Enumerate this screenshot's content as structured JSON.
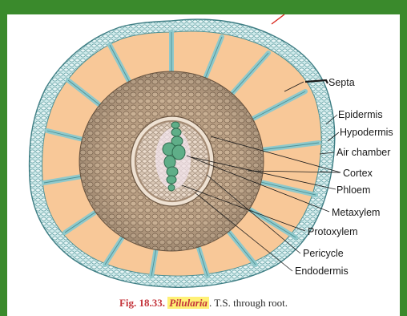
{
  "colors": {
    "frame_green": "#3a8a2c",
    "air_chamber_fill": "#f8c898",
    "cell_wall_blue": "#cfeaea",
    "cortex_brown": "#b49a7e",
    "xylem_green": "#5fae88",
    "caption_red": "#c4343b",
    "highlight_yellow": "#fff176"
  },
  "labels": {
    "septa": "Septa",
    "epidermis": "Epidermis",
    "hypodermis": "Hypodermis",
    "air_chamber": "Air chamber",
    "cortex": "Cortex",
    "phloem": "Phloem",
    "metaxylem": "Metaxylem",
    "protoxylem": "Protoxylem",
    "pericycle": "Pericycle",
    "endodermis": "Endodermis"
  },
  "caption": {
    "fig_number": "Fig. 18.33.",
    "genus": "Pilularia",
    "rest": ". T.S. through root."
  }
}
